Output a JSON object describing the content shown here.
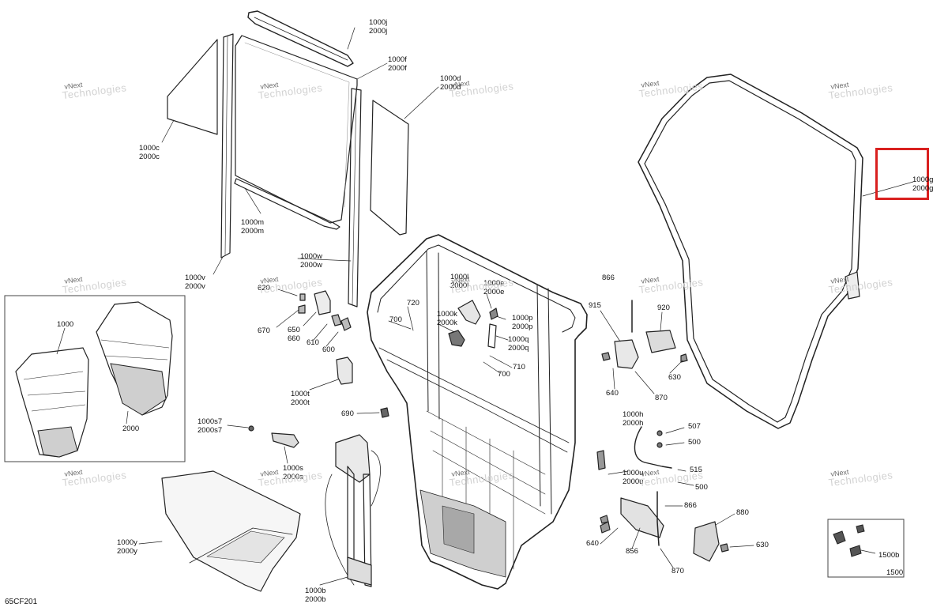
{
  "diagram_code": "65CF201",
  "watermark": {
    "line1": "vNext",
    "line2": "Technologies"
  },
  "highlight": {
    "part": "1000g / 2000g",
    "color": "#d9201f"
  },
  "labels": {
    "l_1000j": "1000j\n2000j",
    "l_1000f": "1000f\n2000f",
    "l_1000d": "1000d\n2000d",
    "l_1000c": "1000c\n2000c",
    "l_1000m": "1000m\n2000m",
    "l_1000w": "1000w\n2000w",
    "l_1000v": "1000v\n2000v",
    "l_1000g": "1000g\n2000g",
    "l_620": "620",
    "l_670": "670",
    "l_650": "650\n660",
    "l_610": "610",
    "l_600": "600",
    "l_1000t": "1000t\n2000t",
    "l_690": "690",
    "l_1000s7": "1000s7\n2000s7",
    "l_1000s": "1000s\n2000s",
    "l_1000y": "1000y\n2000y",
    "l_1000b": "1000b\n2000b",
    "l_1000l": "1000l\n2000l",
    "l_1000e": "1000e\n2000e",
    "l_720": "720",
    "l_700": "700",
    "l_1000k": "1000k\n2000k",
    "l_1000p": "1000p\n2000p",
    "l_1000q": "1000q\n2000q",
    "l_710": "710",
    "l_700b": "700",
    "l_866a": "866",
    "l_915": "915",
    "l_920": "920",
    "l_640a": "640",
    "l_870a": "870",
    "l_630a": "630",
    "l_1000h": "1000h\n2000h",
    "l_507": "507",
    "l_500a": "500",
    "l_1000u": "1000u\n2000u",
    "l_515": "515",
    "l_500b": "500",
    "l_866b": "866",
    "l_880": "880",
    "l_640b": "640",
    "l_856": "856",
    "l_630b": "630",
    "l_870b": "870",
    "l_1000": "1000",
    "l_2000": "2000",
    "l_1500b": "1500b",
    "l_1500": "1500"
  }
}
